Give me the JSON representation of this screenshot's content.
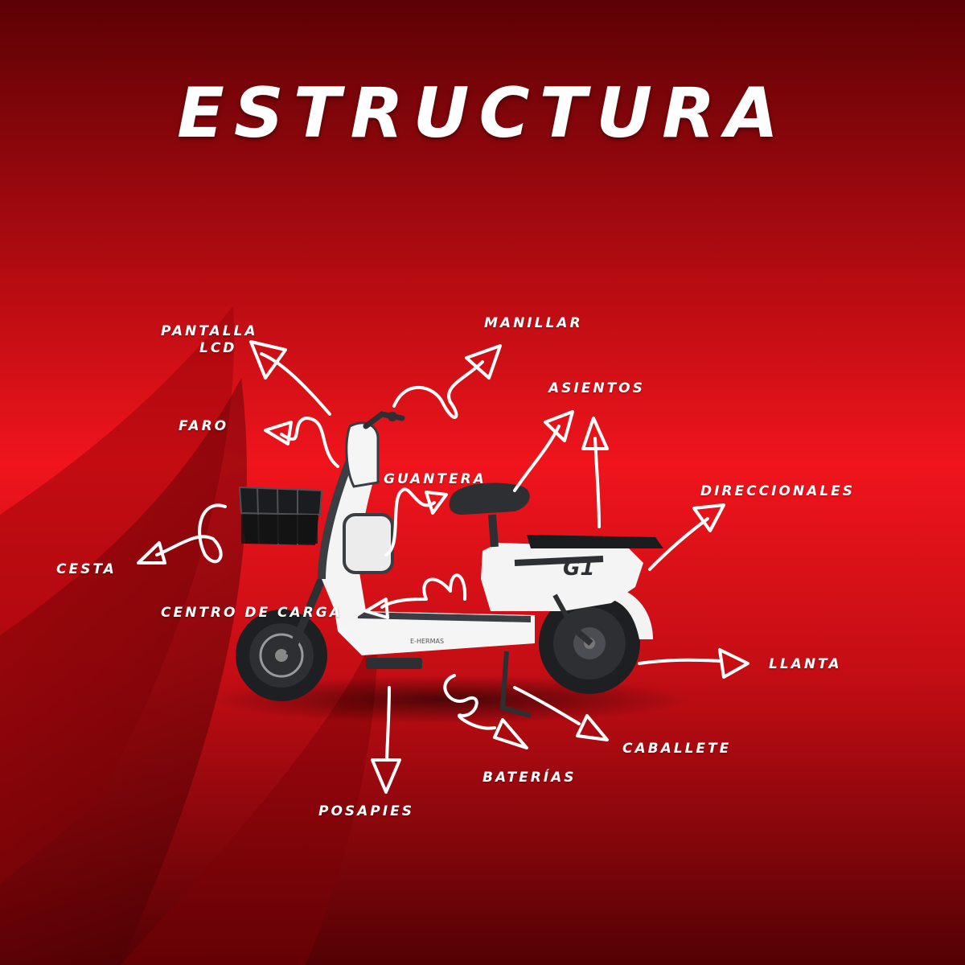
{
  "title": "ESTRUCTURA",
  "colors": {
    "background_top": "#6e0206",
    "background_mid": "#e8121a",
    "background_bottom": "#5a0205",
    "accent": "#ffffff",
    "body": "#f4f4f4",
    "frame": "#3a3d42"
  },
  "labels": {
    "pantalla_lcd": "PANTALLA",
    "pantalla_lcd_2": "LCD",
    "manillar": "MANILLAR",
    "asientos": "ASIENTOS",
    "faro": "FARO",
    "guantera": "GUANTERA",
    "direccionales": "DIRECCIONALES",
    "cesta": "CESTA",
    "centro_de_carga": "CENTRO DE CARGA",
    "llanta": "LLANTA",
    "caballete": "CABALLETE",
    "baterias": "BATERÍAS",
    "posapies": "POSAPIES"
  },
  "scooter": {
    "brand": "E-HERMAS",
    "model": "G1"
  }
}
